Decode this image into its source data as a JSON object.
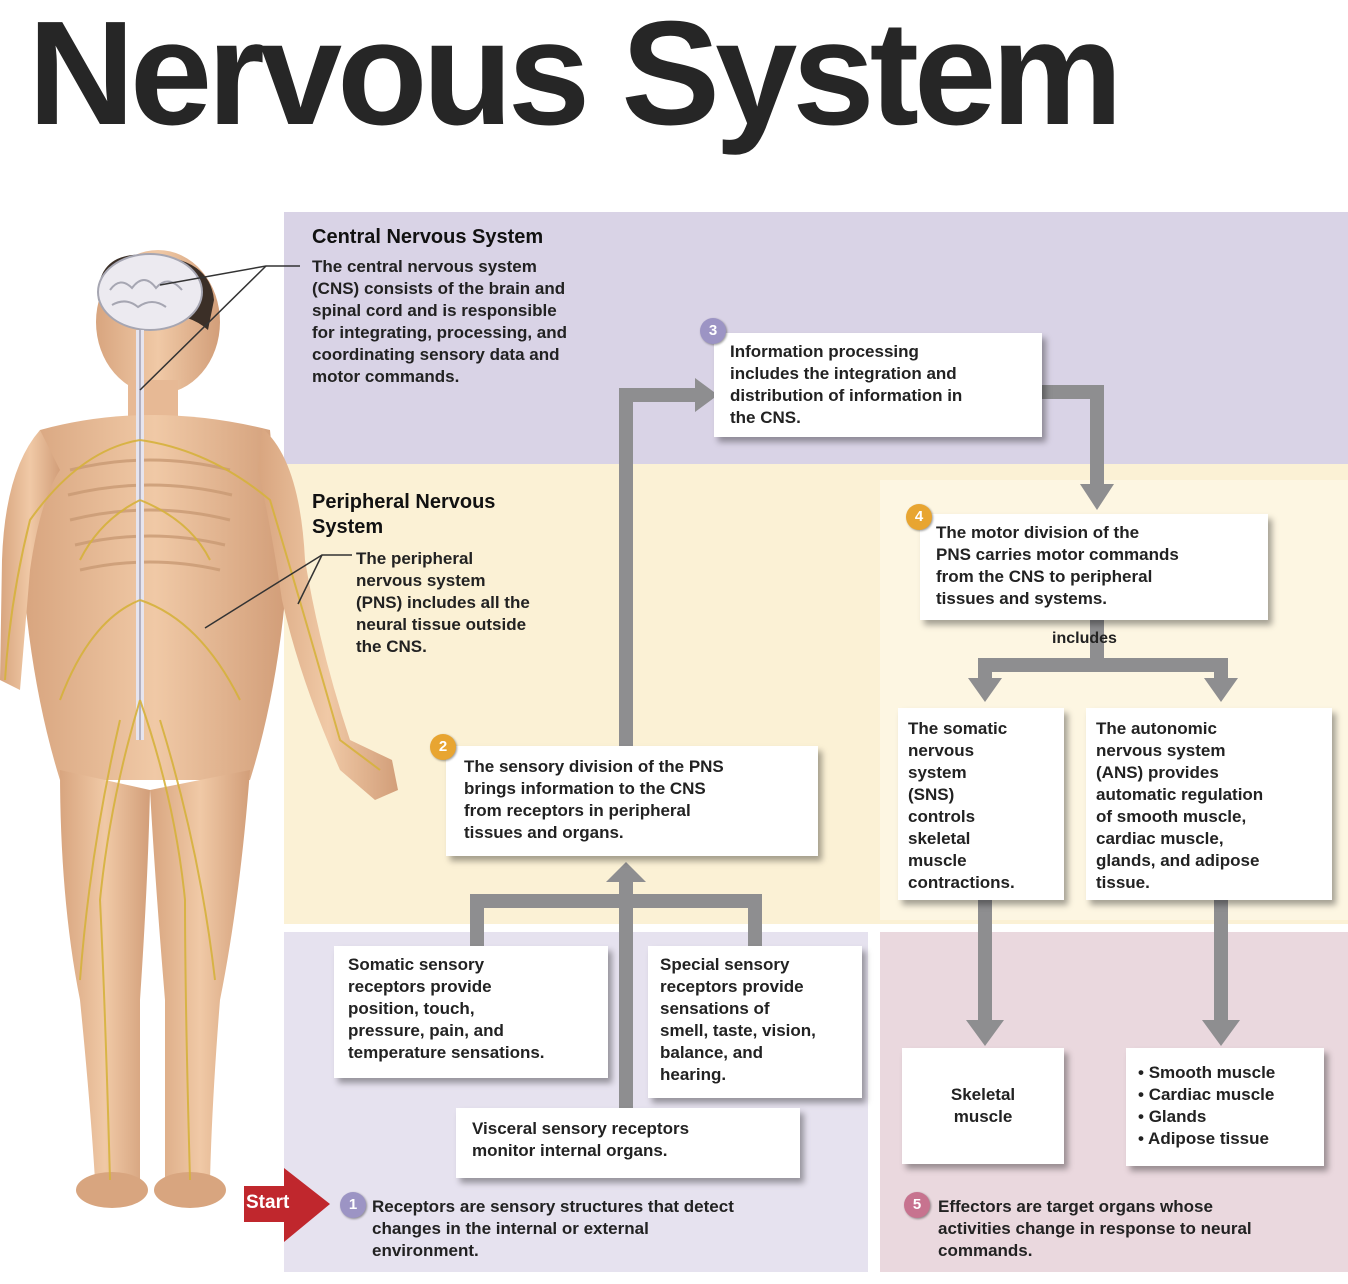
{
  "title": "Nervous System",
  "colors": {
    "cns_region": "#d9d3e6",
    "pns_region": "#fbf1d5",
    "receptor_region": "#e6e2ef",
    "effector_region": "#ead8de",
    "arrow": "#8e8e90",
    "badge_1": "#9c94c4",
    "badge_2": "#e8a531",
    "badge_3": "#9c94c4",
    "badge_4": "#e8a531",
    "badge_5": "#c7738f",
    "start": "#c0272d"
  },
  "cns": {
    "heading": "Central Nervous System",
    "lines": [
      "The central nervous system",
      "(CNS) consists of the brain and",
      "spinal cord and is responsible",
      "for integrating, processing, and",
      "coordinating sensory data and",
      "motor commands."
    ]
  },
  "pns": {
    "heading_lines": [
      "Peripheral Nervous",
      "System"
    ],
    "lines": [
      "The peripheral",
      "nervous system",
      "(PNS) includes all the",
      "neural tissue outside",
      "the CNS."
    ]
  },
  "step3": {
    "badge": "3",
    "lines": [
      "Information processing",
      "includes the integration and",
      "distribution of information in",
      "the CNS."
    ]
  },
  "step4": {
    "badge": "4",
    "lines": [
      "The motor division  of the",
      "PNS carries motor commands",
      "from the CNS to peripheral",
      "tissues and systems."
    ]
  },
  "includes_label": "includes",
  "step2": {
    "badge": "2",
    "lines": [
      "The sensory division of the PNS",
      "brings information to the CNS",
      "from receptors in peripheral",
      "tissues and organs."
    ]
  },
  "somatic_ns": {
    "lines": [
      "The somatic",
      "nervous",
      "system",
      "(SNS)",
      "controls",
      "skeletal",
      "muscle",
      "contractions."
    ]
  },
  "autonomic_ns": {
    "lines": [
      "The autonomic",
      "nervous system",
      "(ANS) provides",
      "automatic regulation",
      "of smooth muscle,",
      "cardiac muscle,",
      "glands, and adipose",
      "tissue."
    ]
  },
  "somatic_receptors": {
    "lines": [
      "Somatic sensory",
      "receptors  provide",
      "position, touch,",
      "pressure, pain, and",
      "temperature sensations."
    ]
  },
  "special_receptors": {
    "lines": [
      "Special sensory",
      "receptors provide",
      "sensations of",
      "smell, taste, vision,",
      "balance, and",
      "hearing."
    ]
  },
  "visceral_receptors": {
    "lines": [
      "Visceral sensory receptors",
      "monitor internal organs."
    ]
  },
  "skeletal_muscle": {
    "lines": [
      "Skeletal",
      "muscle"
    ]
  },
  "effector_list": [
    "Smooth muscle",
    "Cardiac muscle",
    "Glands",
    "Adipose tissue"
  ],
  "step1": {
    "start_label": "Start",
    "badge": "1",
    "lines": [
      "Receptors are sensory structures that detect",
      "changes in the internal or external",
      "environment."
    ]
  },
  "step5": {
    "badge": "5",
    "lines": [
      "Effectors are target organs whose",
      "activities change in response to neural",
      "commands."
    ]
  }
}
